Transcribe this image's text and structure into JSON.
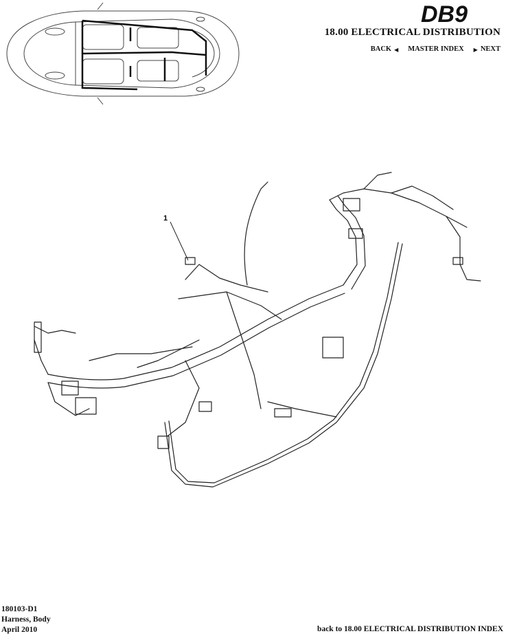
{
  "header": {
    "brand": "DB9",
    "section_title": "18.00 ELECTRICAL DISTRIBUTION",
    "nav": {
      "back_label": "BACK",
      "master_index_label": "MASTER INDEX",
      "next_label": "NEXT"
    }
  },
  "diagram": {
    "callouts": [
      "1"
    ]
  },
  "footer": {
    "part_number": "180103-D1",
    "part_name": "Harness, Body",
    "date": "April 2010",
    "back_link": "back to 18.00 ELECTRICAL DISTRIBUTION INDEX"
  },
  "icons": {
    "back": "triangle-left-icon",
    "next": "triangle-right-icon"
  }
}
